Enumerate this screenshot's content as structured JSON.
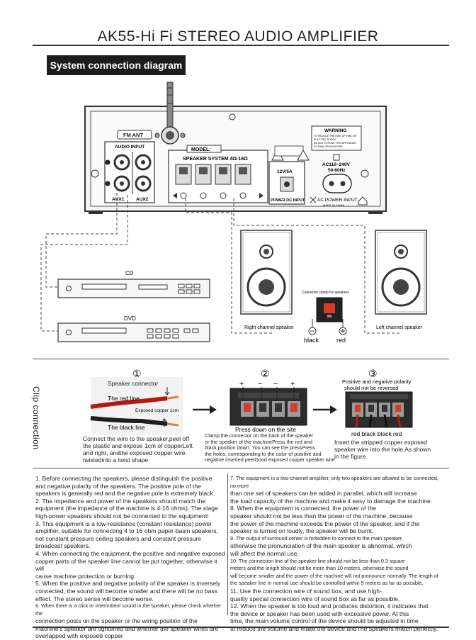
{
  "title": "AK55-Hi Fi STEREO AUDIO AMPLIFIER",
  "section_header": "System connection diagram",
  "amp": {
    "fm_ant": "FM ANT",
    "audio_input": "AUDIO INPUT",
    "aux1": "AUX1",
    "aux2": "AUX2",
    "model": "MODEL:",
    "speaker_system": "SPEAKER SYSTEM 4Ω-16Ω",
    "dc_rating": "12V/5A",
    "power_dc_input": "POWER DC INPUT",
    "warning_title": "WARNING",
    "warning_lines": [
      "TO REDUCE THE RISK OF FIRE OR",
      "ELECTRIC SHOCK,",
      "DO NOT EXPOSE THIS APPLIANCE",
      "TO RAIN OR MOISTURE"
    ],
    "ac_range": "AC110~240V",
    "ac_freq": "50-60Hz",
    "ac_power_input": "AC POWER INPUT",
    "made_in": "MADE IN CHINA"
  },
  "devices": {
    "cd": "CD",
    "dvd": "DVD",
    "right_speaker": "Right channel speaker",
    "left_speaker": "Left channel speaker",
    "clamp_label": "Connector clamp for speakers",
    "black": "black",
    "red": "red"
  },
  "clip": {
    "side_label": "Clip connection",
    "step1": {
      "num": "①",
      "speaker_connector": "Speaker connector",
      "red_line": "The red line",
      "exposed": "Exposed copper 1cm",
      "black_line": "The black line",
      "caption": [
        "Connect the wire to the speaker,peel off",
        "the plastic and expose 1cm of copperLeft",
        "and right, andthe exposed copper wire",
        "twistedinto a twist shape."
      ]
    },
    "step2": {
      "num": "②",
      "press": "Press down on the site",
      "caption": [
        "Clamp the connector on the back of the speaker",
        "or the speaker of the machinePress the red and",
        "black position down. You can see the pressPress",
        "the holes, corresponding to the color of positive and",
        "negative inserted peelGood exposed copper speaker wire."
      ]
    },
    "step3": {
      "num": "③",
      "header": [
        "Positive and negative polarity",
        "should not be reversed"
      ],
      "colors": "red  black black  red",
      "caption": [
        "Insert the stripped copper exposed",
        "speaker wire into the hole.As shown",
        "in the figure."
      ]
    }
  },
  "notes_left": [
    "1. Before connecting the speakers, please distinguish the positive",
    "and negative polarity of the speakers. The positive pole of the",
    "speakers is generally red and the negative pole is extremely black.",
    "2. The impedance and power of the speakers should match the",
    "equipment (the impedance of the machine is 4-16 ohms). The stage",
    "high-power speakers should not be connected to the equipment!",
    "3. This equipment is a low-resistance (constant resistance) power",
    "amplifier, suitable for connecting 4 to 16 ohm paper-basin speakers,",
    "not constant pressure ceiling speakers and constant pressure",
    "broadcast speakers.",
    "4. When connecting the equipment, the positive and negative exposed",
    "copper parts of the speaker line cannot be put together, otherwise it will",
    " cause machine protection or burning.",
    "5. When the positive and negative polarity of the speaker is inversely",
    "connected, the sound will become smaller and there will be no bass",
    "effect. The stereo sense will become worse.",
    "6. When there is a click or intermittent sound in the speaker, please check whether the",
    "connection posts on the speaker or the wiring position of the",
    "machine's speaker are tightened and whether the speaker wires are",
    "overlapped with exposed copper"
  ],
  "notes_right": [
    "7. The equipment is a two-channel amplifier, only two speakers are allowed to be connected, no more",
    "than one set of speakers can be added in parallel, which will increase",
    "the load capacity of the machine and make it easy to damage the machine.",
    "8. When the equipment is connected, the power of the",
    "speaker should not be less than the power of the machine, because",
    "the power of the machine exceeds the power of the speaker, and if the",
    "speaker is turned on loudly, the speaker will be burnt.",
    "9. The output of surround center is forbidden to connect to the main speaker,",
    "otherwise the pronunciation of the main speaker is abnormal, which",
    "will affect the normal use.",
    "10. The connection line of the speaker line should not be less than 0.3 square",
    "meters and the length should not be more than 10 meters, otherwise the sound",
    "will become smaller and the power of the machine will not pronounce normally. The length of",
    "the speaker line in normal use should be controlled within 5 meters as far as possible.",
    "11. Use the connection wire of sound box, and use high-",
    "quality special connection wire of sound box as far as possible.",
    "12. When the speaker is too loud and produces distortion, it indicates that",
    "the device or speaker has been used with excessive power. At this",
    "time, the main volume control of the device should be adjusted in time",
    "to reduce the volume and make the device andThe speakers match perfectly."
  ]
}
